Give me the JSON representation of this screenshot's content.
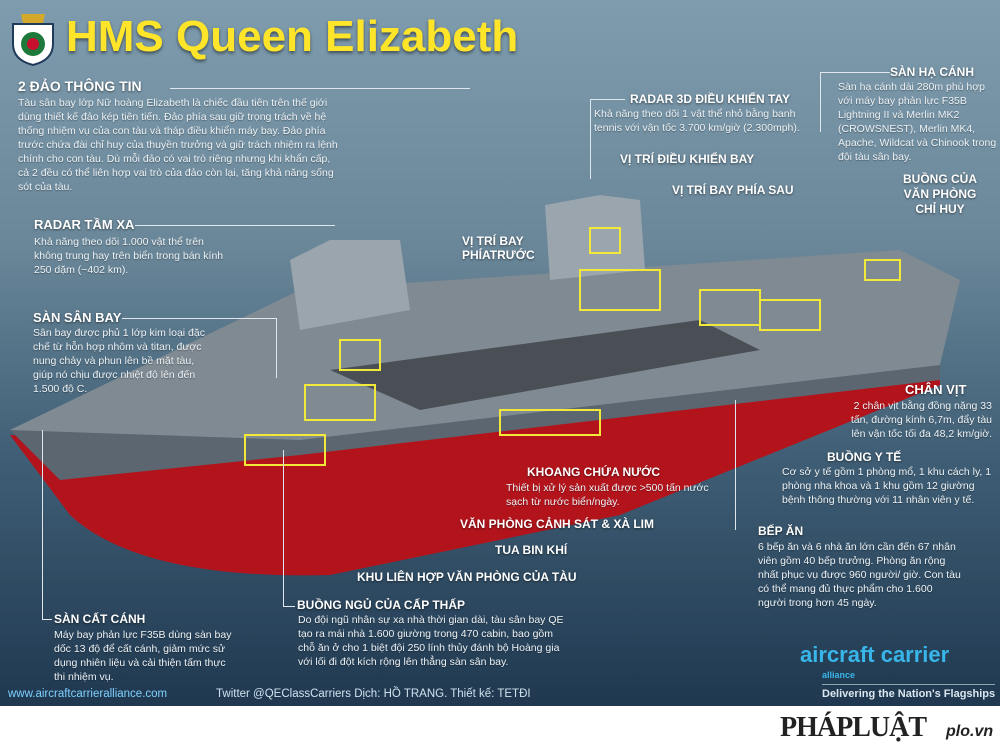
{
  "title": "HMS Queen Elizabeth",
  "sections": {
    "islands": {
      "heading": "2 ĐẢO THÔNG TIN",
      "text": "Tàu sân bay lớp Nữ hoàng Elizabeth là chiếc đầu tiên trên thế giới dùng thiết kế đảo kép tiên tiến. Đảo phía sau giữ trọng trách về hệ thống nhiệm vụ của con tàu và tháp điều khiển máy bay. Đảo phía trước chứa đài chỉ huy của thuyền trưởng và giữ trách nhiệm ra lệnh chính cho con tàu. Dù mỗi đảo có vai trò riêng nhưng khi khẩn cấp, cả 2 đều có thể liên hợp vai trò của đảo còn lại, tăng khả năng sống sót của tàu."
    },
    "radar_long": {
      "heading": "RADAR TẦM XA",
      "text": "Khả năng theo dõi 1.000 vật thể trên không trung hay trên biển trong bán kính 250 dặm (~402 km)."
    },
    "flight_deck": {
      "heading": "SÀN SÂN BAY",
      "text": "Sân bay được phủ 1 lớp kim loại đặc chế từ hỗn hợp nhôm và titan, được nung chảy và phun lên bề mặt tàu, giúp nó chịu được nhiệt độ lên đến 1.500 độ C."
    },
    "radar_3d": {
      "heading": "RADAR 3D ĐIỀU KHIỂN TAY",
      "text": "Khả năng theo dõi 1 vật thể nhỏ bằng banh tennis với vận tốc 3.700 km/giờ (2.300mph)."
    },
    "flight_control": {
      "heading": "VỊ TRÍ ĐIỀU KHIỂN BAY"
    },
    "aft_flying": {
      "heading": "VỊ TRÍ BAY PHÍA SAU"
    },
    "fore_flying": {
      "heading": "VỊ TRÍ BAY PHÍATRƯỚC"
    },
    "landing_deck": {
      "heading": "SÀN HẠ CÁNH",
      "text": "Sàn hạ cánh dài 280m phù hợp với máy bay phản lực F35B Lightning II và Merlin MK2 (CROWSNEST), Merlin MK4, Apache, Wildcat và Chinook  trong đội tàu sân bay."
    },
    "command_office": {
      "heading": "BUỒNG CỦA VĂN PHÒNG CHỈ HUY"
    },
    "propeller": {
      "heading": "CHÂN VỊT",
      "text": "2 chân vịt bằng đồng nặng 33 tấn, đường kính 6,7m, đẩy tàu lên vận tốc tối đa 48,2 km/giờ."
    },
    "medical": {
      "heading": "BUỒNG Y TẾ",
      "text": "Cơ sở y tế gồm 1 phòng mổ, 1 khu cách ly, 1 phòng nha khoa và 1 khu gồm 12 giường bệnh thông thường với 11 nhân viên y tế."
    },
    "galley": {
      "heading": "BẾP ĂN",
      "text": "6 bếp ăn và 6 nhà ăn lớn cần đến 67 nhân viên gồm 40 bếp trưởng. Phòng ăn rộng nhất phục vụ được 960 người/ giờ. Con tàu có thể mang đủ thực phẩm cho 1.600 người trong hơn 45 ngày."
    },
    "water": {
      "heading": "KHOANG CHỨA NƯỚC",
      "text": "Thiết bị xử lý sản xuất được >500 tấn nước sạch từ nước biển/ngày."
    },
    "police": {
      "heading": "VĂN PHÒNG CẢNH SÁT & XÀ LIM"
    },
    "turbine": {
      "heading": "TUA BIN KHÍ"
    },
    "offices": {
      "heading": "KHU LIÊN HỢP VĂN PHÒNG CỦA TÀU"
    },
    "junior_quarters": {
      "heading": "BUỒNG NGỦ CỦA CẤP THẤP",
      "text": "Do đội ngũ nhân sự xa nhà thời gian dài, tàu sân bay QE tạo ra mái nhà 1.600 giường trong 470 cabin, bao gồm chỗ ăn ở cho 1 biệt đội 250 lính thủy đánh bộ Hoàng gia với lối đi đột kích rộng lên thẳng sàn sân bay."
    },
    "ski_jump": {
      "heading": "SÀN CẤT CÁNH",
      "text": "Máy bay phản lực F35B dùng sàn bay dốc 13 độ để cất cánh, giảm mức sử dụng nhiên liệu  và cải thiện tấm thực thi nhiệm vụ."
    }
  },
  "footer": {
    "website": "www.aircraftcarrieralliance.com",
    "twitter": "Twitter @QEClassCarriers  Dịch: HỒ TRANG. Thiết kế: TETĐI"
  },
  "aca_logo": {
    "name": "aircraft carrier",
    "sub": "alliance",
    "tagline": "Delivering the Nation's Flagships"
  },
  "publisher": {
    "logo": "PHÁPLUẬT",
    "site": "plo.vn"
  },
  "colors": {
    "title": "#ffe52a",
    "hull_red": "#b3141c",
    "highlight": "#f2e83a"
  }
}
